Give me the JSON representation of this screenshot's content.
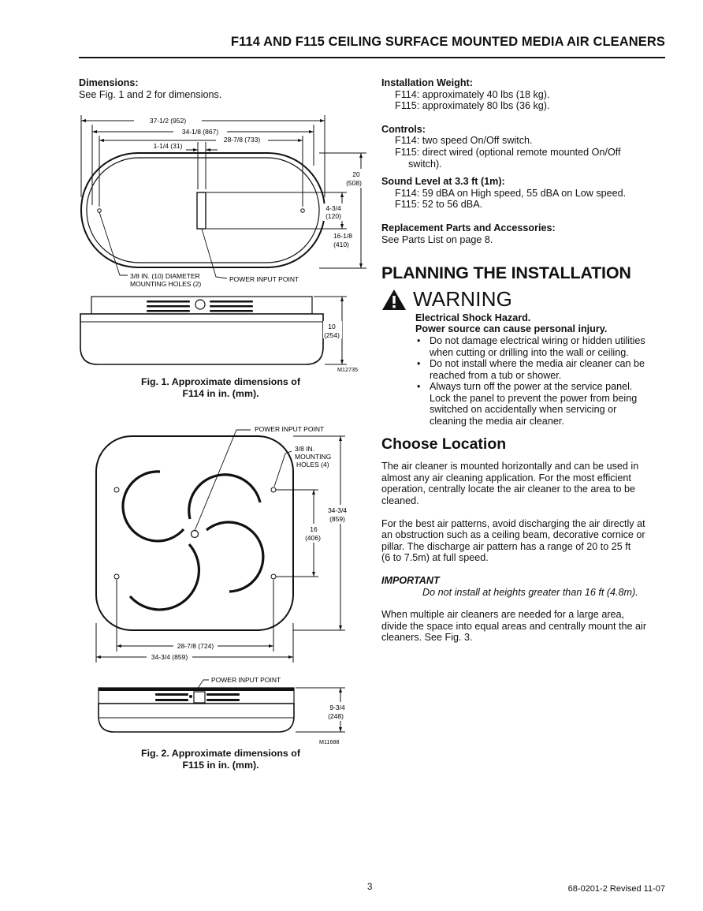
{
  "header": {
    "title": "F114 AND F115 CEILING SURFACE MOUNTED MEDIA AIR CLEANERS"
  },
  "dimensions": {
    "label": "Dimensions:",
    "text": "See Fig. 1 and 2 for dimensions."
  },
  "fig1": {
    "dim_overall": "37-1/2 (952)",
    "dim_holes_outer": "34-1/8 (867)",
    "dim_holes_inner": "28-7/8 (733)",
    "dim_offset": "1-1/4 (31)",
    "dim_20": "20",
    "dim_20_mm": "(508)",
    "dim_434": "4-3/4",
    "dim_434_mm": "(120)",
    "dim_1618": "16-1/8",
    "dim_1618_mm": "(410)",
    "holes_label_1": "3/8 IN. (10) DIAMETER",
    "holes_label_2": "MOUNTING HOLES (2)",
    "power_label": "POWER INPUT POINT",
    "dim_10": "10",
    "dim_10_mm": "(254)",
    "code": "M12735",
    "caption_1": "Fig. 1. Approximate dimensions of",
    "caption_2": "F114 in in. (mm)."
  },
  "fig2": {
    "power_label": "POWER INPUT POINT",
    "holes_label_1": "3/8 IN.",
    "holes_label_2": "MOUNTING",
    "holes_label_3": "HOLES (4)",
    "dim_3434_v": "34-3/4",
    "dim_3434_v_mm": "(859)",
    "dim_16": "16",
    "dim_16_mm": "(406)",
    "dim_2878": "28-7/8 (724)",
    "dim_3434_h": "34-3/4 (859)",
    "side_power_label": "POWER INPUT POINT",
    "dim_934": "9-3/4",
    "dim_934_mm": "(248)",
    "code": "M11688",
    "caption_1": "Fig. 2. Approximate dimensions of",
    "caption_2": "F115 in in. (mm)."
  },
  "install_weight": {
    "label": "Installation Weight:",
    "f114": "F114: approximately 40 lbs (18 kg).",
    "f115": "F115: approximately 80 lbs (36 kg)."
  },
  "controls": {
    "label": "Controls:",
    "f114": "F114: two speed On/Off switch.",
    "f115_a": "F115: direct wired (optional remote mounted On/Off",
    "f115_b": "switch)."
  },
  "sound": {
    "label": "Sound Level at 3.3 ft (1m):",
    "f114": "F114: 59 dBA on High speed, 55 dBA on Low speed.",
    "f115": "F115: 52 to 56 dBA."
  },
  "parts": {
    "label": "Replacement Parts and Accessories:",
    "text": "See Parts List on page 8."
  },
  "planning": {
    "heading": "PLANNING THE INSTALLATION"
  },
  "warning": {
    "word": "WARNING",
    "hazard": "Electrical Shock Hazard.",
    "injury": "Power source can cause personal injury.",
    "bullets": [
      [
        "Do not damage electrical wiring or hidden utilities",
        "when cutting or drilling into the wall or ceiling."
      ],
      [
        "Do not install where the media air cleaner can be",
        "reached from a tub or shower."
      ],
      [
        "Always turn off the power at the service panel.",
        "Lock the panel to prevent the power from being",
        "switched on accidentally when servicing or",
        "cleaning the media air cleaner."
      ]
    ]
  },
  "choose": {
    "heading": "Choose Location",
    "p1": [
      "The air cleaner is mounted horizontally and can be used in",
      "almost any air cleaning application. For the most efficient",
      "operation, centrally locate the air cleaner to the area to be",
      "cleaned."
    ],
    "p2": [
      "For the best air patterns, avoid discharging the air directly at",
      "an obstruction such as a ceiling beam, decorative cornice or",
      "pillar. The discharge air pattern has a range of 20 to 25 ft",
      "(6 to 7.5m) at full speed."
    ],
    "important_label": "IMPORTANT",
    "important_text": "Do not install at heights greater than 16 ft (4.8m).",
    "p3": [
      "When multiple air cleaners are needed for a large area,",
      "divide the space into equal areas and centrally mount the air",
      "cleaners. See Fig. 3."
    ]
  },
  "footer": {
    "page": "3",
    "doc": "68-0201-2   Revised 11-07"
  }
}
